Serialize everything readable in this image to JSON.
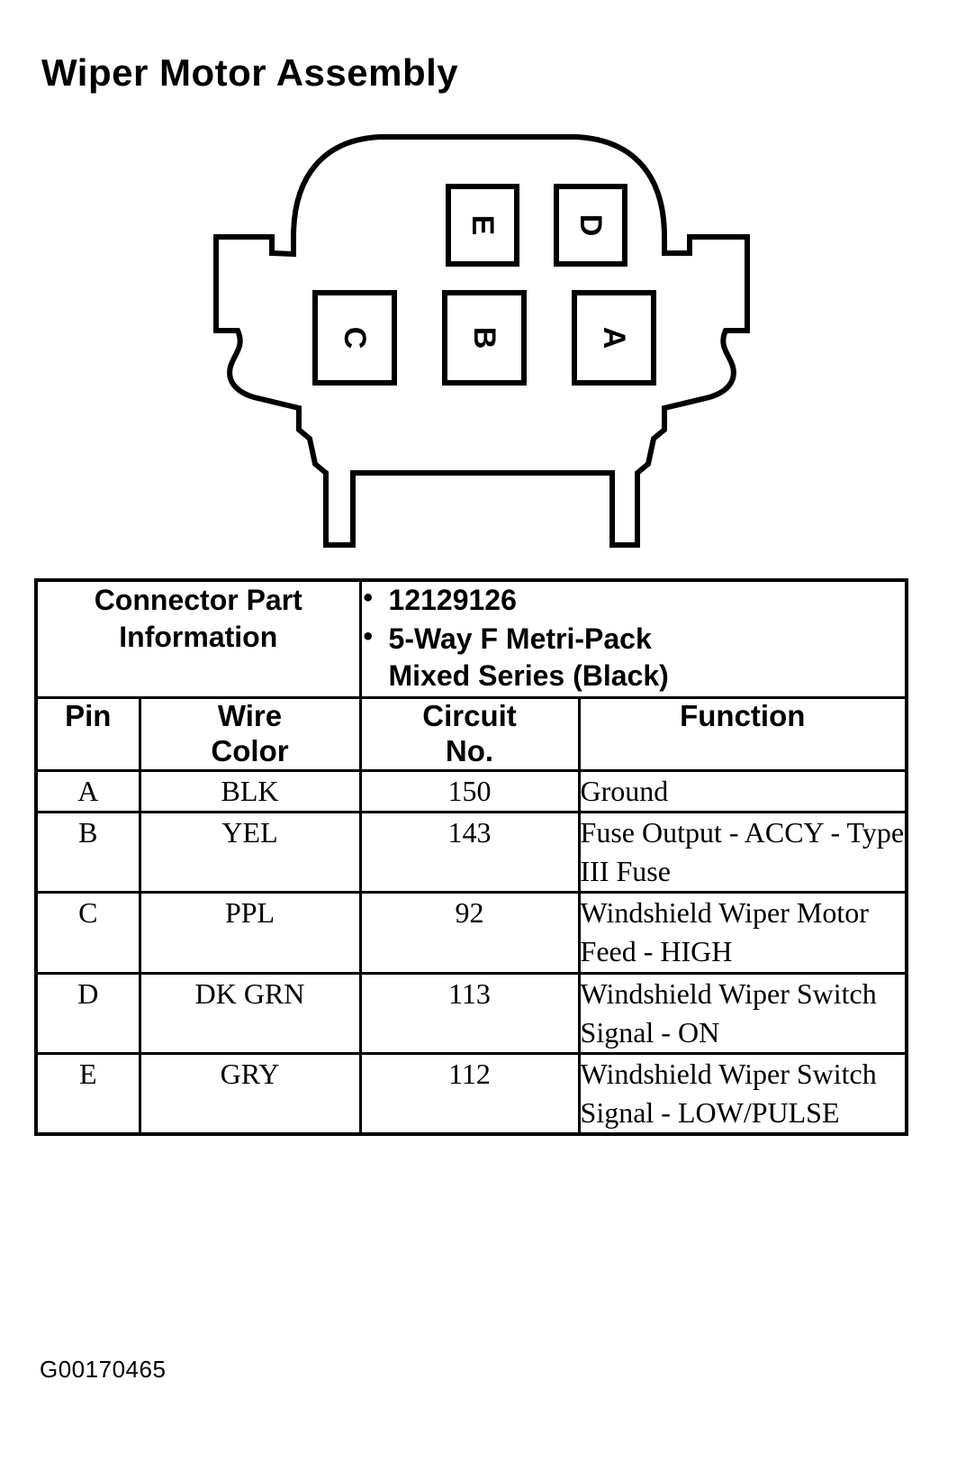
{
  "title": "Wiper Motor Assembly",
  "figure_code": "G00170465",
  "connector": {
    "pins": [
      {
        "label": "E",
        "row": "top"
      },
      {
        "label": "D",
        "row": "top"
      },
      {
        "label": "C",
        "row": "bottom"
      },
      {
        "label": "B",
        "row": "bottom"
      },
      {
        "label": "A",
        "row": "bottom"
      }
    ]
  },
  "table": {
    "part_info_label_line1": "Connector Part",
    "part_info_label_line2": "Information",
    "part_info_values": [
      "12129126",
      "5-Way F Metri-Pack",
      "Mixed Series (Black)"
    ],
    "headers": {
      "pin": "Pin",
      "wire_color_line1": "Wire",
      "wire_color_line2": "Color",
      "circuit_line1": "Circuit",
      "circuit_line2": "No.",
      "function": "Function"
    },
    "rows": [
      {
        "pin": "A",
        "wire_color": "BLK",
        "circuit_no": "150",
        "function": "Ground"
      },
      {
        "pin": "B",
        "wire_color": "YEL",
        "circuit_no": "143",
        "function": "Fuse Output - ACCY - Type III Fuse"
      },
      {
        "pin": "C",
        "wire_color": "PPL",
        "circuit_no": "92",
        "function": "Windshield Wiper Motor Feed - HIGH"
      },
      {
        "pin": "D",
        "wire_color": "DK GRN",
        "circuit_no": "113",
        "function": "Windshield Wiper Switch Signal - ON"
      },
      {
        "pin": "E",
        "wire_color": "GRY",
        "circuit_no": "112",
        "function": "Windshield Wiper Switch Signal - LOW/PULSE"
      }
    ]
  },
  "colors": {
    "ink": "#000000",
    "paper": "#ffffff"
  }
}
